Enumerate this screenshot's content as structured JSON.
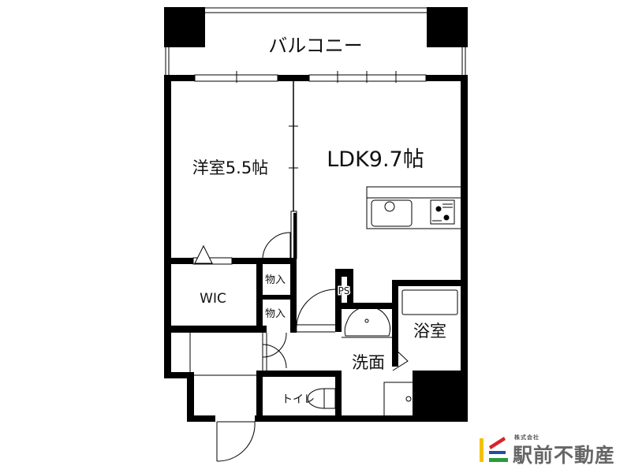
{
  "floorplan": {
    "rooms": {
      "balcony": "バルコニー",
      "western_room": "洋室5.5帖",
      "ldk": "LDK9.7帖",
      "wic": "WIC",
      "storage1": "物入",
      "storage2": "物入",
      "ps": "PS",
      "bath": "浴室",
      "washroom": "洗面",
      "toilet": "トイレ"
    },
    "fixtures": [
      "kitchen-sink",
      "gas-stove",
      "bathtub",
      "wash-basin",
      "washing-machine-pan",
      "toilet"
    ]
  },
  "logo": {
    "company_type": "株式会社",
    "company_name": "駅前不動産",
    "colors": {
      "yellow": "#f2c200",
      "red": "#d8232a",
      "blue": "#1f4fa0",
      "green": "#2a9a3a",
      "text": "#666666"
    }
  }
}
